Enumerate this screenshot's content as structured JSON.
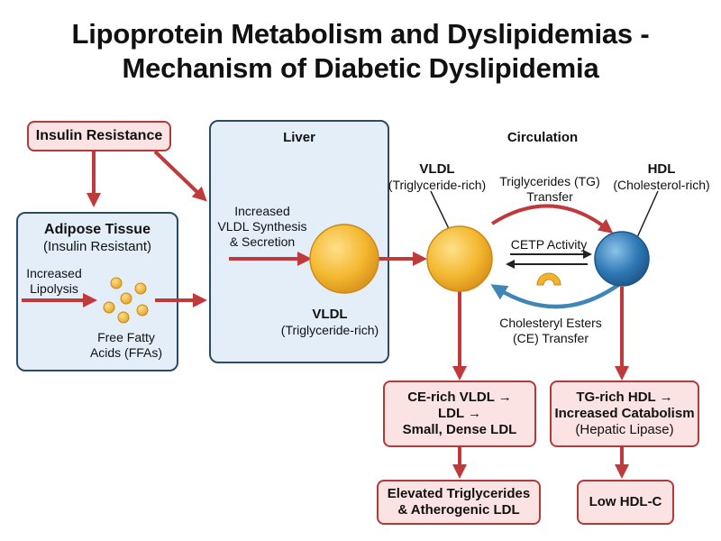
{
  "title_line1": "Lipoprotein Metabolism and Dyslipidemias -",
  "title_line2": "Mechanism of Diabetic Dyslipidemia",
  "insulin_resistance": "Insulin Resistance",
  "adipose": {
    "title": "Adipose Tissue",
    "subtitle": "(Insulin Resistant)",
    "lipolysis_line1": "Increased",
    "lipolysis_line2": "Lipolysis",
    "ffa_line1": "Free Fatty",
    "ffa_line2": "Acids (FFAs)"
  },
  "liver": {
    "title": "Liver",
    "synthesis_line1": "Increased",
    "synthesis_line2": "VLDL Synthesis",
    "synthesis_line3": "& Secretion",
    "vldl_label": "VLDL",
    "vldl_sub": "(Triglyceride-rich)"
  },
  "circulation": {
    "title": "Circulation",
    "vldl_label": "VLDL",
    "vldl_sub": "(Triglyceride-rich)",
    "hdl_label": "HDL",
    "hdl_sub": "(Cholesterol-rich)",
    "tg_transfer_line1": "Triglycerides (TG)",
    "tg_transfer_line2": "Transfer",
    "cetp": "CETP Activity",
    "ce_transfer_line1": "Cholesteryl Esters",
    "ce_transfer_line2": "(CE) Transfer"
  },
  "ce_rich_box": {
    "line1": "CE-rich VLDL →",
    "line2": "LDL →",
    "line3": "Small, Dense LDL"
  },
  "tg_rich_box": {
    "line1": "TG-rich HDL →",
    "line2": "Increased Catabolism",
    "line3": "(Hepatic Lipase)"
  },
  "elevated_box": {
    "line1": "Elevated Triglycerides",
    "line2": "& Atherogenic LDL"
  },
  "low_hdl_box": "Low HDL-C",
  "colors": {
    "arrow_red": "#c0393b",
    "arrow_blue": "#3f86b8",
    "box_border": "#b23a3a",
    "box_fill": "#fbe3e3",
    "panel_border": "#2d4a66",
    "panel_fill": "#e3eef8",
    "vldl_particle": "#f3b830",
    "hdl_particle": "#2f79b5",
    "enzyme": "#f2b22e"
  }
}
